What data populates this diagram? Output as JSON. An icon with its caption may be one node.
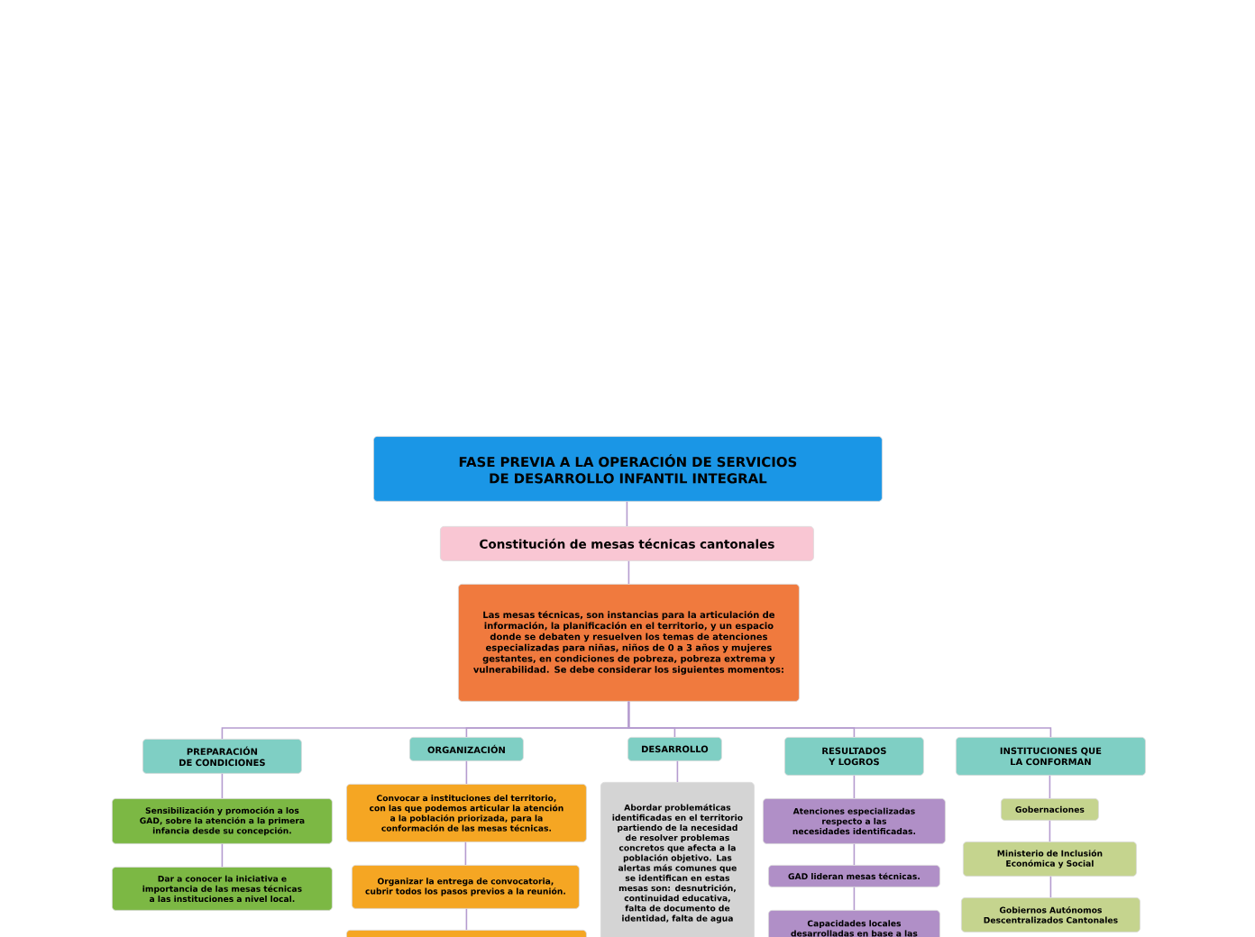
{
  "diagram": {
    "nodes": [
      {
        "text": [
          "FASE PREVIA A LA OPERACIÓN DE SERVICIOS DE DESARROLLO INFANTIL INTEGRAL"
        ]
      },
      {
        "text": [
          "Constitución de mesas técnicas cantonales"
        ]
      },
      {
        "text": [
          "Las  mesas técnicas, son  instancias  para la articulación  de  información,  la planificación en el territorio, y un espacio donde se debaten y resuelven los temas de atenciones especializadas para niñas, niños de 0 a 3 años y mujeres gestantes, en condiciones de pobreza, pobreza extrema y vulnerabilidad. Se debe considerar los siguientes momentos:"
        ]
      },
      {
        "text": [
          "PREPARACIÓN DE CONDICIONES"
        ]
      },
      {
        "text": [
          "Sensibilización y promoción a los GAD, sobre la atención a la primera infancia desde su concepción."
        ]
      },
      {
        "text": [
          "Dar a conocer la iniciativa e importancia de las mesas técnicas a las instituciones a nivel local."
        ]
      },
      {
        "text": [
          "ORGANIZACIÓN"
        ]
      },
      {
        "text": [
          "Convocar a instituciones del territorio, con las que podemos articular la atención a la población priorizada, para la conformación de las mesas técnicas."
        ]
      },
      {
        "text": [
          "Organizar la entrega de convocatoria, cubrir todos los pasos previos a la reunión."
        ]
      },
      {
        "text": [],
        "shape": "box"
      },
      {
        "text": [
          "DESARROLLO"
        ]
      },
      {
        "text": [
          "Abordar problemáticas identificadas en el territorio partiendo de la necesidad de resolver problemas concretos que afecta a la población objetivo. Las alertas más comunes que se identifican en estas mesas son: desnutrición, continuidad educativa, falta de documento de identidad, falta de agua"
        ]
      },
      {
        "text": [
          "RESULTADOS Y LOGROS"
        ]
      },
      {
        "text": [
          "Atenciones especializadas respecto a las necesidades identificadas."
        ]
      },
      {
        "text": [
          "GAD lideran mesas técnicas."
        ]
      },
      {
        "text": [
          "Capacidades locales desarrolladas en base a las"
        ]
      },
      {
        "text": [
          "INSTITUCIONES QUE LA CONFORMAN"
        ]
      },
      {
        "text": [
          "Gobernaciones"
        ]
      },
      {
        "text": [
          "Ministerio de Inclusión Económica y Social"
        ]
      },
      {
        "text": [
          "Gobiernos Autónomos Descentralizados Cantonales"
        ]
      }
    ],
    "edges": [
      {
        "from": 0,
        "to": 1,
        "arrow": "none"
      },
      {
        "from": 1,
        "to": 2,
        "arrow": "none"
      },
      {
        "from": 2,
        "to": 3,
        "arrow": "none"
      },
      {
        "from": 2,
        "to": 6,
        "arrow": "none"
      },
      {
        "from": 2,
        "to": 10,
        "arrow": "none"
      },
      {
        "from": 2,
        "to": 12,
        "arrow": "none"
      },
      {
        "from": 2,
        "to": 16,
        "arrow": "none"
      },
      {
        "from": 3,
        "to": 4,
        "arrow": "none"
      },
      {
        "from": 4,
        "to": 5,
        "arrow": "none"
      },
      {
        "from": 6,
        "to": 7,
        "arrow": "none"
      },
      {
        "from": 7,
        "to": 8,
        "arrow": "none"
      },
      {
        "from": 8,
        "to": 9,
        "arrow": "none"
      },
      {
        "from": 10,
        "to": 11,
        "arrow": "none"
      },
      {
        "from": 12,
        "to": 13,
        "arrow": "none"
      },
      {
        "from": 13,
        "to": 14,
        "arrow": "none"
      },
      {
        "from": 14,
        "to": 15,
        "arrow": "none"
      },
      {
        "from": 16,
        "to": 17,
        "arrow": "none"
      },
      {
        "from": 17,
        "to": 18,
        "arrow": "none"
      },
      {
        "from": 18,
        "to": 19,
        "arrow": "none"
      }
    ]
  }
}
